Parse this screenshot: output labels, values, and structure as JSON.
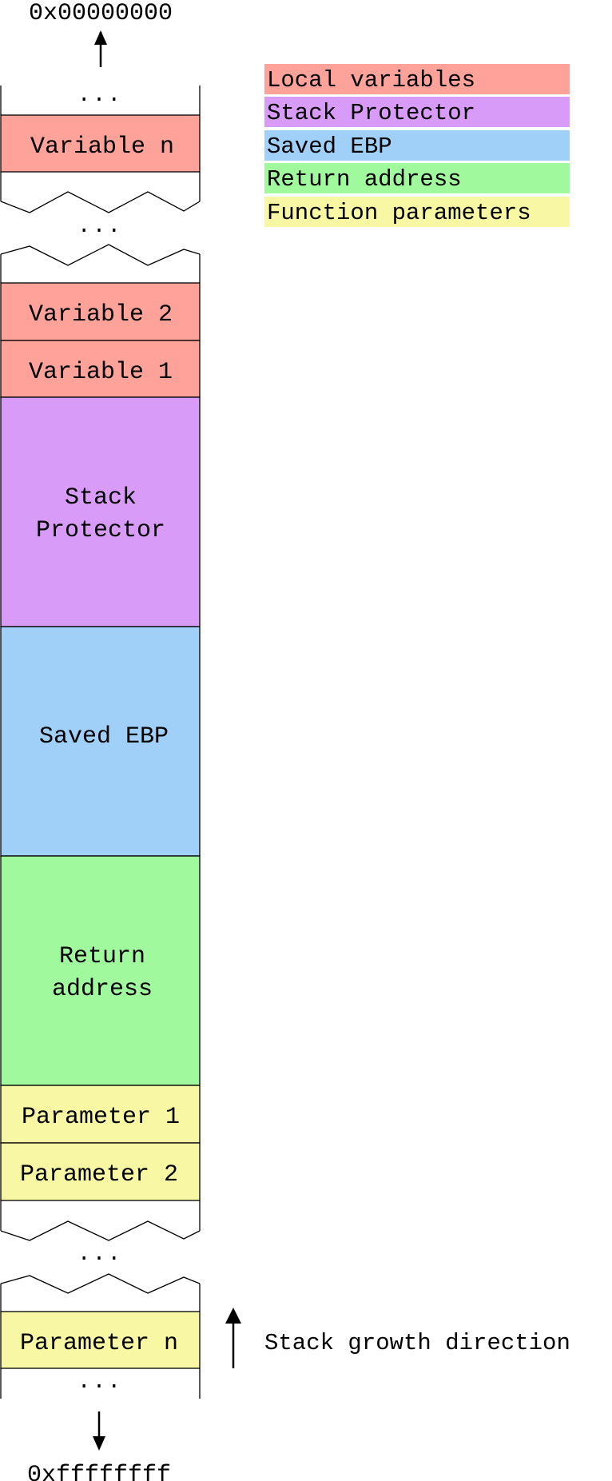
{
  "addresses": {
    "top": "0x00000000",
    "bottom": "0xffffffff"
  },
  "colors": {
    "local": "#fea29a",
    "protector": "#d89cf8",
    "saved_ebp": "#a0cff8",
    "return": "#a1f99d",
    "params": "#f7f7a4"
  },
  "stack": {
    "ellipsis": "...",
    "variable_n": "Variable n",
    "variable_2": "Variable 2",
    "variable_1": "Variable 1",
    "stack_protector": [
      "Stack",
      "Protector"
    ],
    "saved_ebp": "Saved EBP",
    "return_address": [
      "Return",
      "address"
    ],
    "parameter_1": "Parameter 1",
    "parameter_2": "Parameter 2",
    "parameter_n": "Parameter n"
  },
  "legend": [
    {
      "label": "Local variables",
      "color": "#fea29a"
    },
    {
      "label": "Stack Protector",
      "color": "#d89cf8"
    },
    {
      "label": "Saved EBP",
      "color": "#a0cff8"
    },
    {
      "label": "Return address",
      "color": "#a1f99d"
    },
    {
      "label": "Function parameters",
      "color": "#f7f7a4"
    }
  ],
  "growth_label": "Stack growth direction"
}
